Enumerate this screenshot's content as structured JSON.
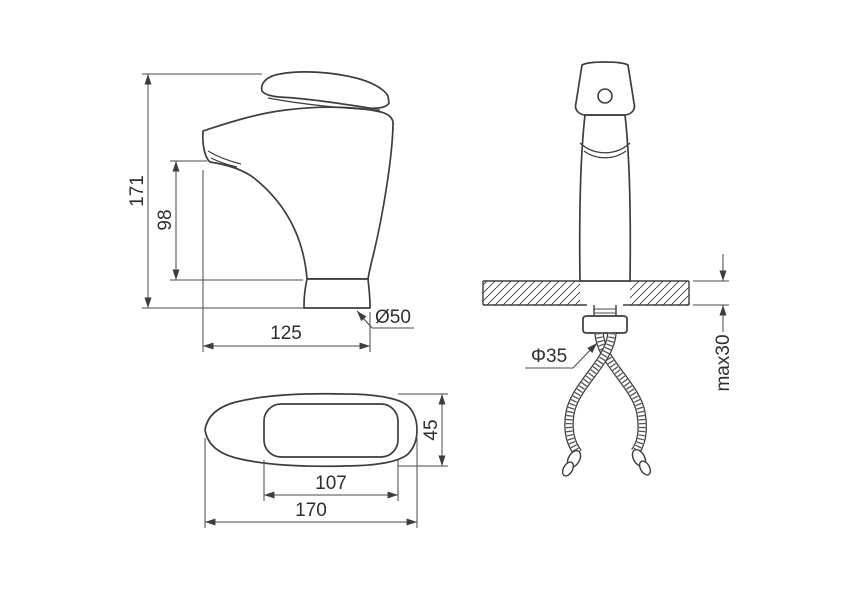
{
  "drawing": {
    "colors": {
      "line": "#3d3d3d",
      "dimension": "#4a4a4a",
      "text": "#2e2e2e",
      "background": "#ffffff"
    },
    "views": {
      "side": {
        "total_height": "171",
        "spout_height": "98",
        "base_diameter": "Ø50",
        "spout_reach": "125"
      },
      "front": {
        "hole_diameter": "Φ35",
        "max_thickness": "max30"
      },
      "top": {
        "inner_length": "107",
        "total_length": "170",
        "body_width": "45"
      }
    }
  }
}
